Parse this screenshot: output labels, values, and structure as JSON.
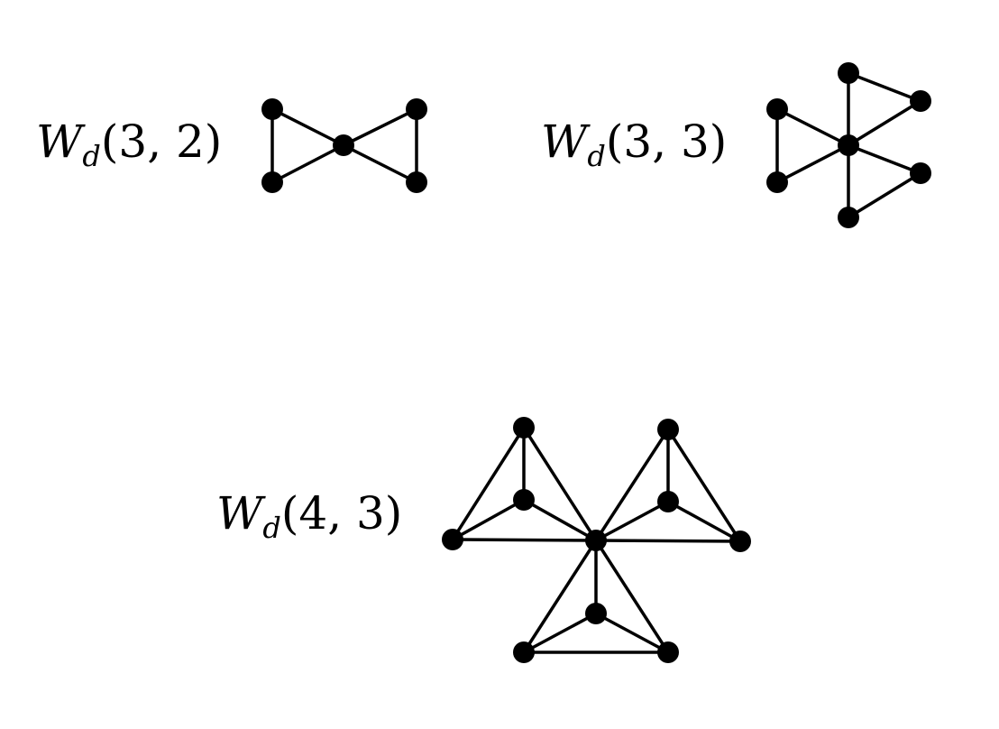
{
  "graphs": [
    {
      "id": "g32",
      "name_main": "W",
      "name_sub": "d",
      "params": "(3, 2)",
      "edges": [
        [
          "a",
          "b"
        ],
        [
          "a",
          "c"
        ],
        [
          "b",
          "c"
        ],
        [
          "c",
          "d"
        ],
        [
          "c",
          "e"
        ],
        [
          "d",
          "e"
        ]
      ]
    },
    {
      "id": "g33",
      "name_main": "W",
      "name_sub": "d",
      "params": "(3, 3)",
      "edges": [
        [
          "c",
          "a"
        ],
        [
          "c",
          "b"
        ],
        [
          "a",
          "b"
        ],
        [
          "c",
          "d"
        ],
        [
          "c",
          "e"
        ],
        [
          "d",
          "e"
        ],
        [
          "c",
          "f"
        ],
        [
          "c",
          "g"
        ],
        [
          "f",
          "g"
        ]
      ]
    },
    {
      "id": "g43",
      "name_main": "W",
      "name_sub": "d",
      "params": "(4, 3)",
      "edges": [
        [
          "a1",
          "a2"
        ],
        [
          "a1",
          "a3"
        ],
        [
          "a1",
          "c"
        ],
        [
          "a2",
          "a3"
        ],
        [
          "a2",
          "c"
        ],
        [
          "a3",
          "c"
        ],
        [
          "b1",
          "b2"
        ],
        [
          "b1",
          "b3"
        ],
        [
          "b1",
          "c"
        ],
        [
          "b2",
          "b3"
        ],
        [
          "b2",
          "c"
        ],
        [
          "b3",
          "c"
        ],
        [
          "d1",
          "d2"
        ],
        [
          "d1",
          "d3"
        ],
        [
          "d1",
          "c"
        ],
        [
          "d2",
          "d3"
        ],
        [
          "d2",
          "c"
        ],
        [
          "d3",
          "c"
        ]
      ]
    }
  ],
  "colors": {
    "stroke": "#000000",
    "node": "#000000",
    "background": "#ffffff"
  }
}
